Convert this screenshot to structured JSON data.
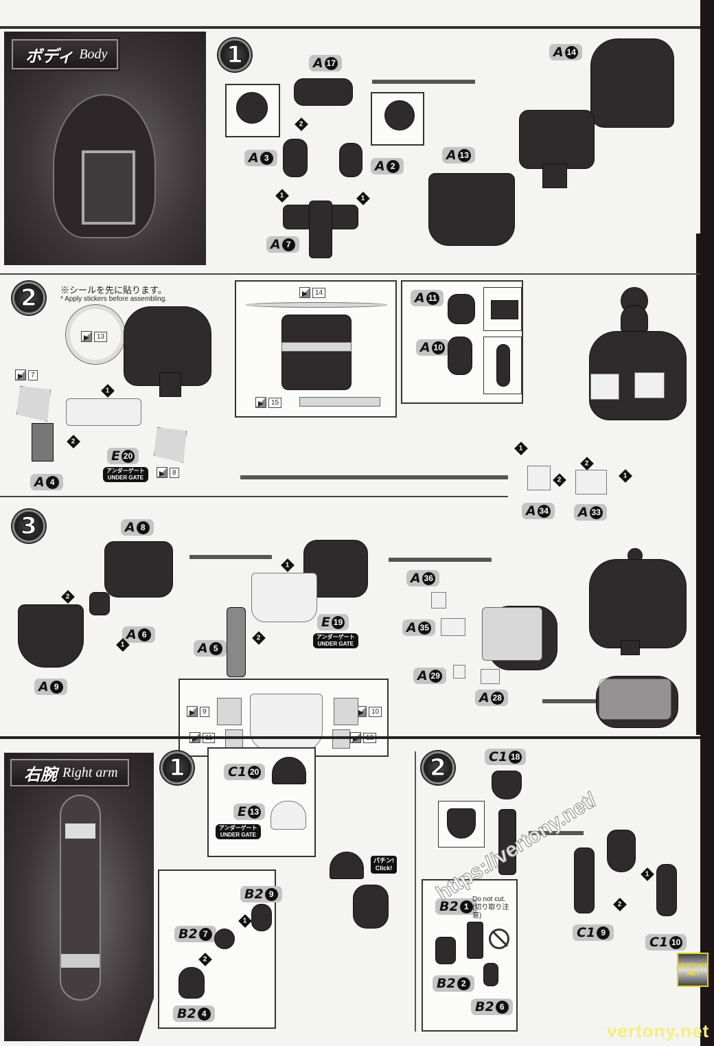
{
  "sections": {
    "body": {
      "title_jp": "ボディ",
      "title_en": "Body",
      "steps": {
        "step1": {
          "number": "1",
          "parts": [
            "A 17",
            "A 3",
            "A 2",
            "A 7",
            "A 14",
            "A 13"
          ],
          "labels": {
            "a17": {
              "letter": "A",
              "num": "17"
            },
            "a3": {
              "letter": "A",
              "num": "3"
            },
            "a2": {
              "letter": "A",
              "num": "2"
            },
            "a7": {
              "letter": "A",
              "num": "7"
            },
            "a14": {
              "letter": "A",
              "num": "14"
            },
            "a13": {
              "letter": "A",
              "num": "13"
            }
          },
          "sequence": [
            "1",
            "2",
            "1"
          ]
        },
        "step2": {
          "number": "2",
          "note_jp": "※シールを先に貼ります。",
          "note_en": "* Apply stickers before assembling.",
          "stickers": [
            "13",
            "7",
            "8",
            "14",
            "15"
          ],
          "labels": {
            "a4": {
              "letter": "A",
              "num": "4"
            },
            "e20": {
              "letter": "E",
              "num": "20"
            },
            "a11": {
              "letter": "A",
              "num": "11"
            },
            "a10": {
              "letter": "A",
              "num": "10"
            },
            "a34": {
              "letter": "A",
              "num": "34"
            },
            "a33": {
              "letter": "A",
              "num": "33"
            }
          },
          "under_gate_jp": "アンダーゲート",
          "under_gate_en": "UNDER GATE",
          "sequence": [
            "1",
            "2",
            "1",
            "2",
            "2",
            "1"
          ]
        },
        "step3": {
          "number": "3",
          "stickers": [
            "9",
            "10",
            "11",
            "12"
          ],
          "labels": {
            "a8": {
              "letter": "A",
              "num": "8"
            },
            "a6": {
              "letter": "A",
              "num": "6"
            },
            "a9": {
              "letter": "A",
              "num": "9"
            },
            "a5": {
              "letter": "A",
              "num": "5"
            },
            "e19": {
              "letter": "E",
              "num": "19"
            },
            "a36": {
              "letter": "A",
              "num": "36"
            },
            "a35": {
              "letter": "A",
              "num": "35"
            },
            "a29": {
              "letter": "A",
              "num": "29"
            },
            "a28": {
              "letter": "A",
              "num": "28"
            }
          },
          "under_gate_jp": "アンダーゲート",
          "under_gate_en": "UNDER GATE",
          "sequence": [
            "2",
            "1",
            "1",
            "2"
          ]
        }
      }
    },
    "right_arm": {
      "title_jp": "右腕",
      "title_en": "Right arm",
      "steps": {
        "step1": {
          "number": "1",
          "labels": {
            "c120": {
              "letter": "C1",
              "num": "20"
            },
            "e13": {
              "letter": "E",
              "num": "13"
            },
            "b29": {
              "letter": "B2",
              "num": "9"
            },
            "b27": {
              "letter": "B2",
              "num": "7"
            },
            "b24": {
              "letter": "B2",
              "num": "4"
            }
          },
          "under_gate_jp": "アンダーゲート",
          "under_gate_en": "UNDER GATE",
          "click_jp": "パチン!",
          "click_en": "Click!",
          "sequence": [
            "1",
            "2"
          ]
        },
        "step2": {
          "number": "2",
          "labels": {
            "c118": {
              "letter": "C1",
              "num": "18"
            },
            "b21": {
              "letter": "B2",
              "num": "1"
            },
            "b22": {
              "letter": "B2",
              "num": "2"
            },
            "b26": {
              "letter": "B2",
              "num": "6"
            },
            "c19": {
              "letter": "C1",
              "num": "9"
            },
            "c110": {
              "letter": "C1",
              "num": "10"
            }
          },
          "do_not_cut_en": "Do not cut.",
          "do_not_cut_jp": "(切り取り注意)",
          "sequence": [
            "1",
            "2"
          ]
        }
      }
    }
  },
  "watermarks": {
    "url": "https://vertony.net/",
    "badge_line1": "VERTONY",
    "badge_line2": ".NET",
    "footer": "vertony.net"
  },
  "colors": {
    "ink": "#222222",
    "part_dark": "#2f2a2c",
    "label_bg": "#c4c4c4",
    "watermark_yellow": "#f5f07a"
  }
}
